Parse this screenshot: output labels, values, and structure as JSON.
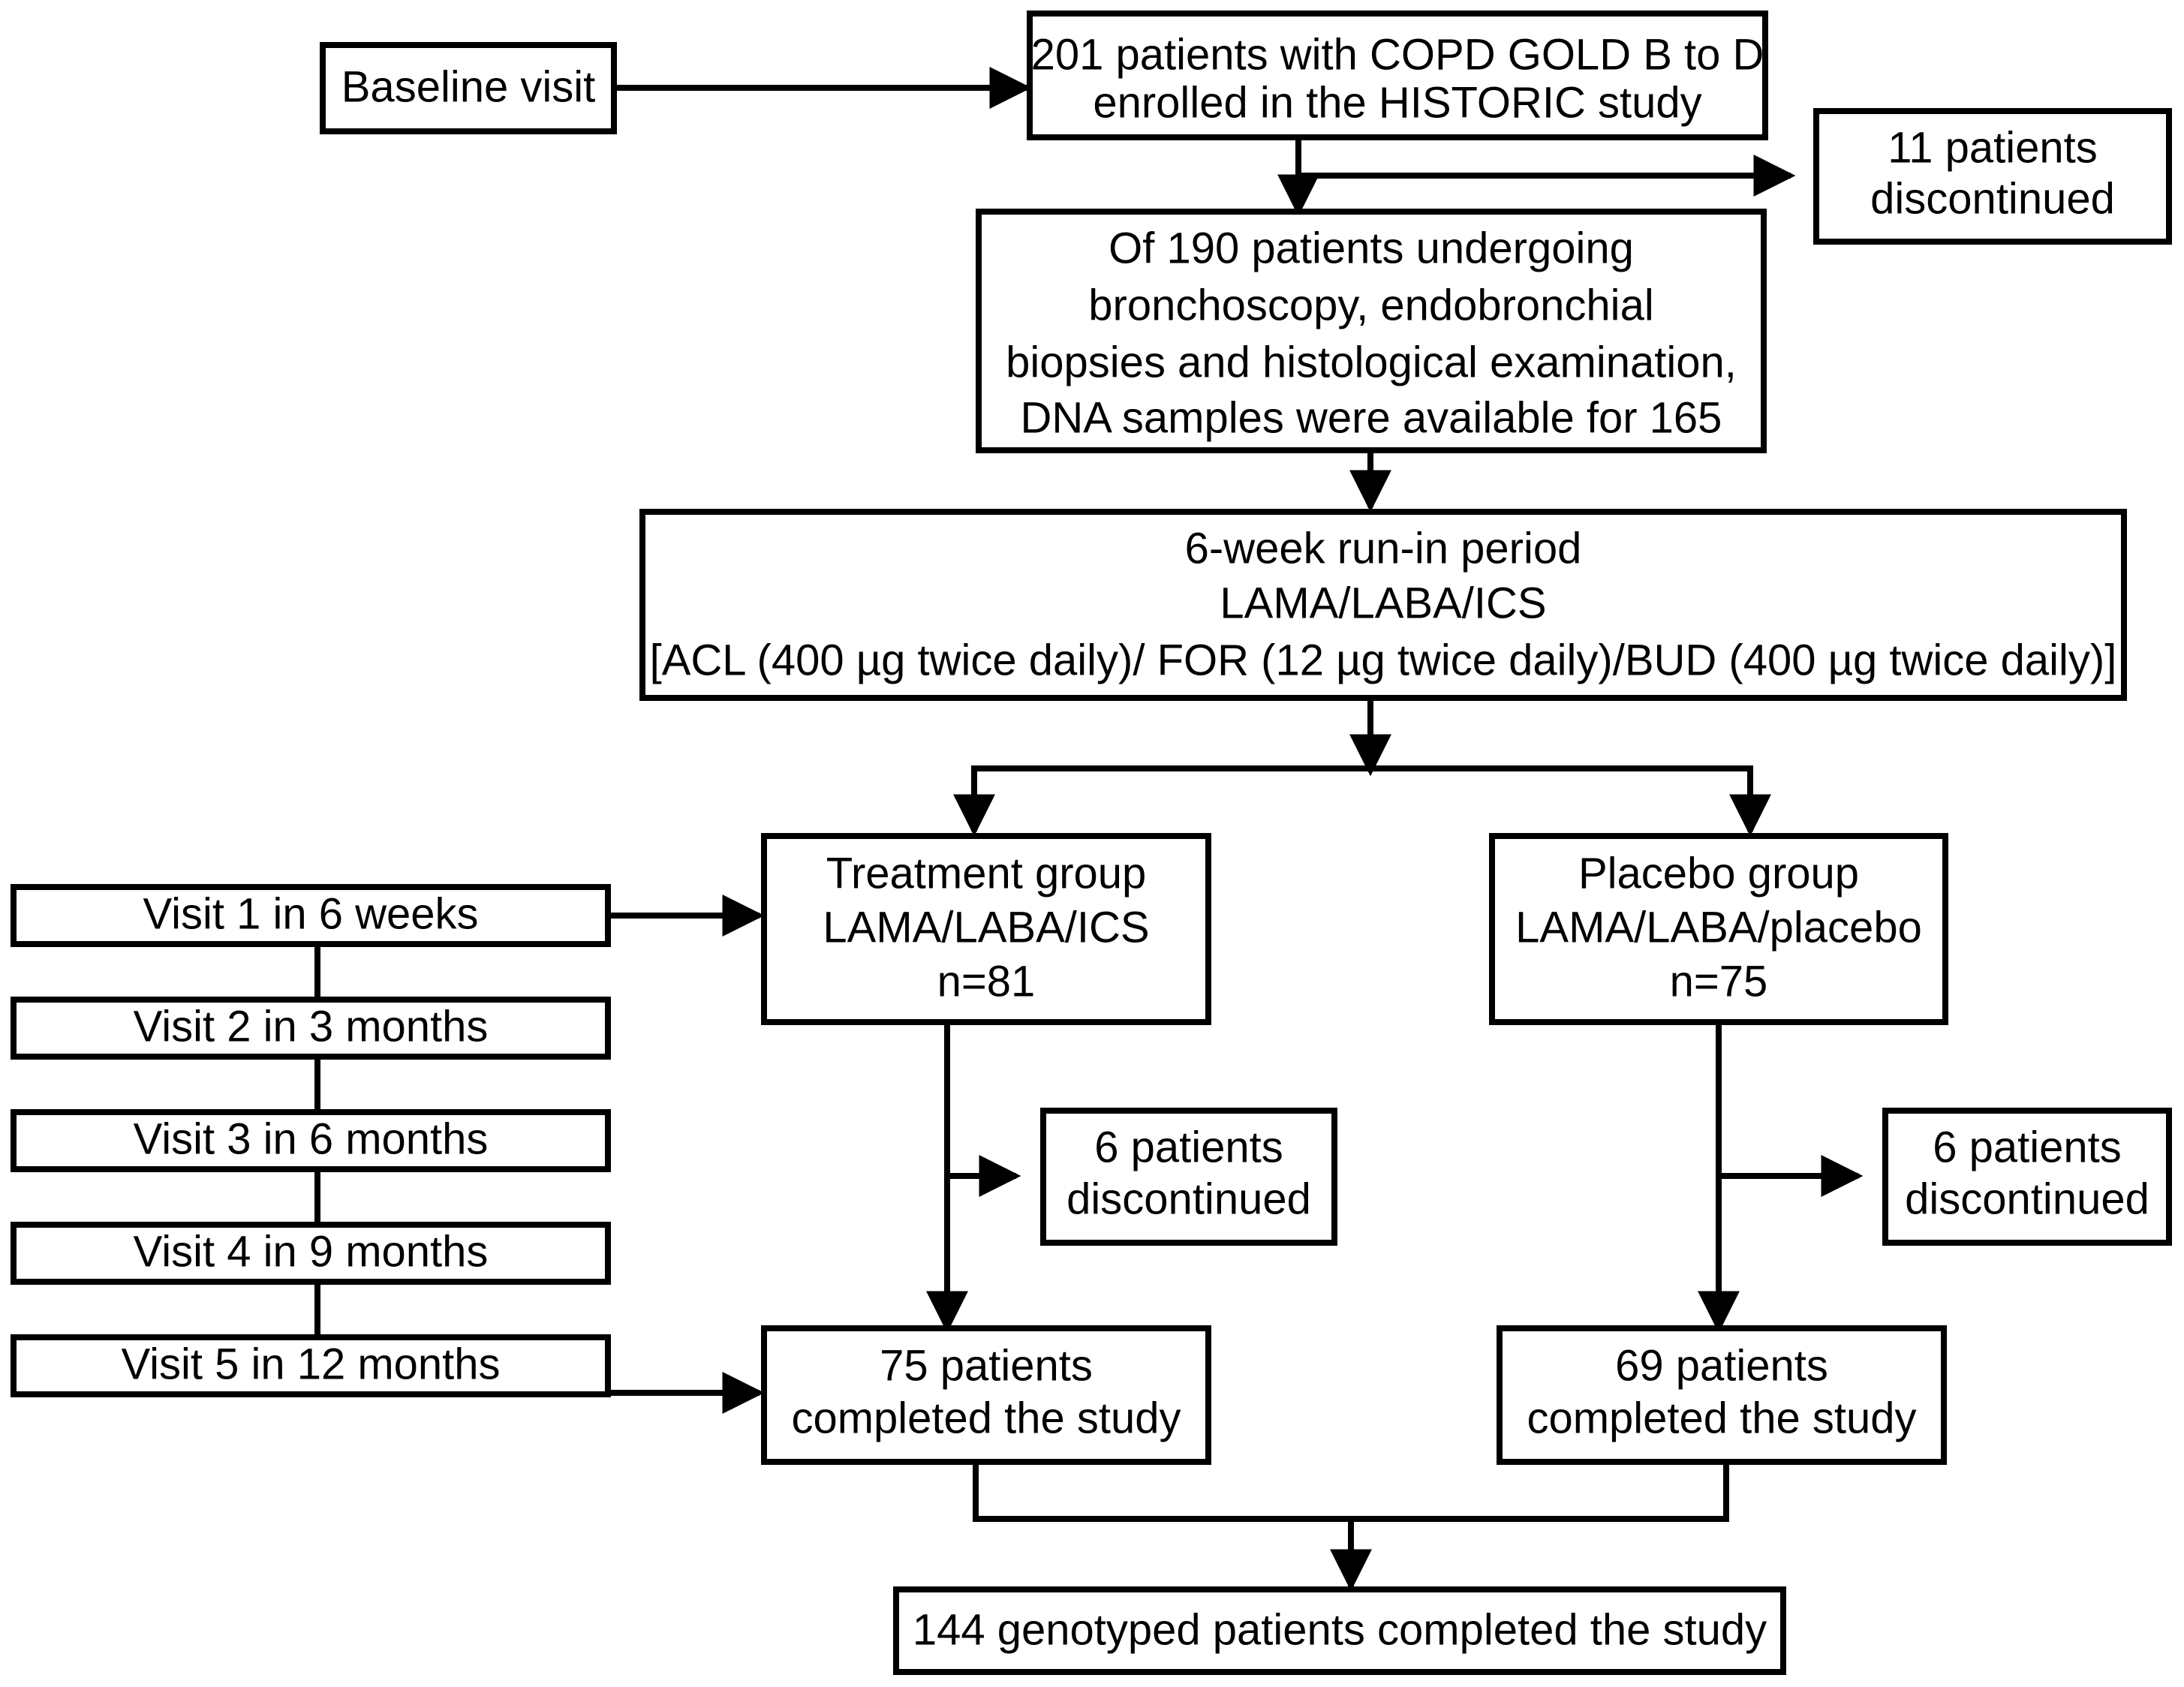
{
  "diagram": {
    "title": "HISTORIC study CONSORT participant flow diagram",
    "colors": {
      "background": "#ffffff",
      "box_stroke": "#000000",
      "box_fill": "#ffffff",
      "connector": "#000000",
      "text": "#000000"
    },
    "nodes": {
      "baseline_visit": {
        "lines": [
          "Baseline visit"
        ]
      },
      "enrolled": {
        "lines": [
          "201 patients with COPD GOLD B to D",
          "enrolled in the HISTORIC study"
        ]
      },
      "discontinued_top": {
        "lines": [
          "11 patients",
          "discontinued"
        ]
      },
      "bronchoscopy": {
        "lines": [
          "Of 190 patients undergoing",
          "bronchoscopy, endobronchial",
          "biopsies and histological examination,",
          "DNA samples were available for 165"
        ]
      },
      "run_in": {
        "lines": [
          "6-week run-in period",
          "LAMA/LABA/ICS",
          "[ACL (400 µg twice daily)/ FOR (12 µg twice daily)/BUD (400 µg twice daily)]"
        ]
      },
      "treatment_group": {
        "lines": [
          "Treatment group",
          "LAMA/LABA/ICS",
          "n=81"
        ]
      },
      "placebo_group": {
        "lines": [
          "Placebo group",
          "LAMA/LABA/placebo",
          "n=75"
        ]
      },
      "visits": [
        {
          "lines": [
            "Visit 1 in 6 weeks"
          ]
        },
        {
          "lines": [
            "Visit 2 in 3 months"
          ]
        },
        {
          "lines": [
            "Visit 3 in 6 months"
          ]
        },
        {
          "lines": [
            "Visit 4 in 9 months"
          ]
        },
        {
          "lines": [
            "Visit 5 in 12 months"
          ]
        }
      ],
      "discontinued_treatment": {
        "lines": [
          "6 patients",
          "discontinued"
        ]
      },
      "discontinued_placebo": {
        "lines": [
          "6 patients",
          "discontinued"
        ]
      },
      "completed_treatment": {
        "lines": [
          "75 patients",
          "completed the study"
        ]
      },
      "completed_placebo": {
        "lines": [
          "69 patients",
          "completed the study"
        ]
      },
      "final": {
        "lines": [
          "144 genotyped patients completed the study"
        ]
      }
    }
  }
}
